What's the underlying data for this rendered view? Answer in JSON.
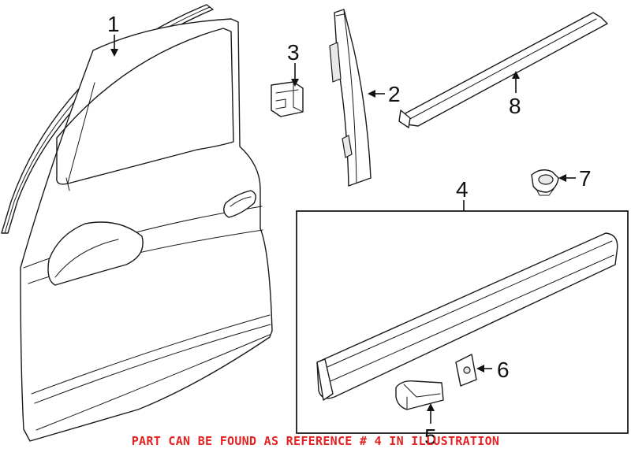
{
  "callouts": {
    "c1": "1",
    "c2": "2",
    "c3": "3",
    "c4": "4",
    "c5": "5",
    "c6": "6",
    "c7": "7",
    "c8": "8"
  },
  "footer_note": "PART CAN BE FOUND AS REFERENCE # 4 IN ILLUSTRATION",
  "colors": {
    "footer_note": "#e32222",
    "line_art": "#1a1a1a",
    "background": "#ffffff"
  }
}
